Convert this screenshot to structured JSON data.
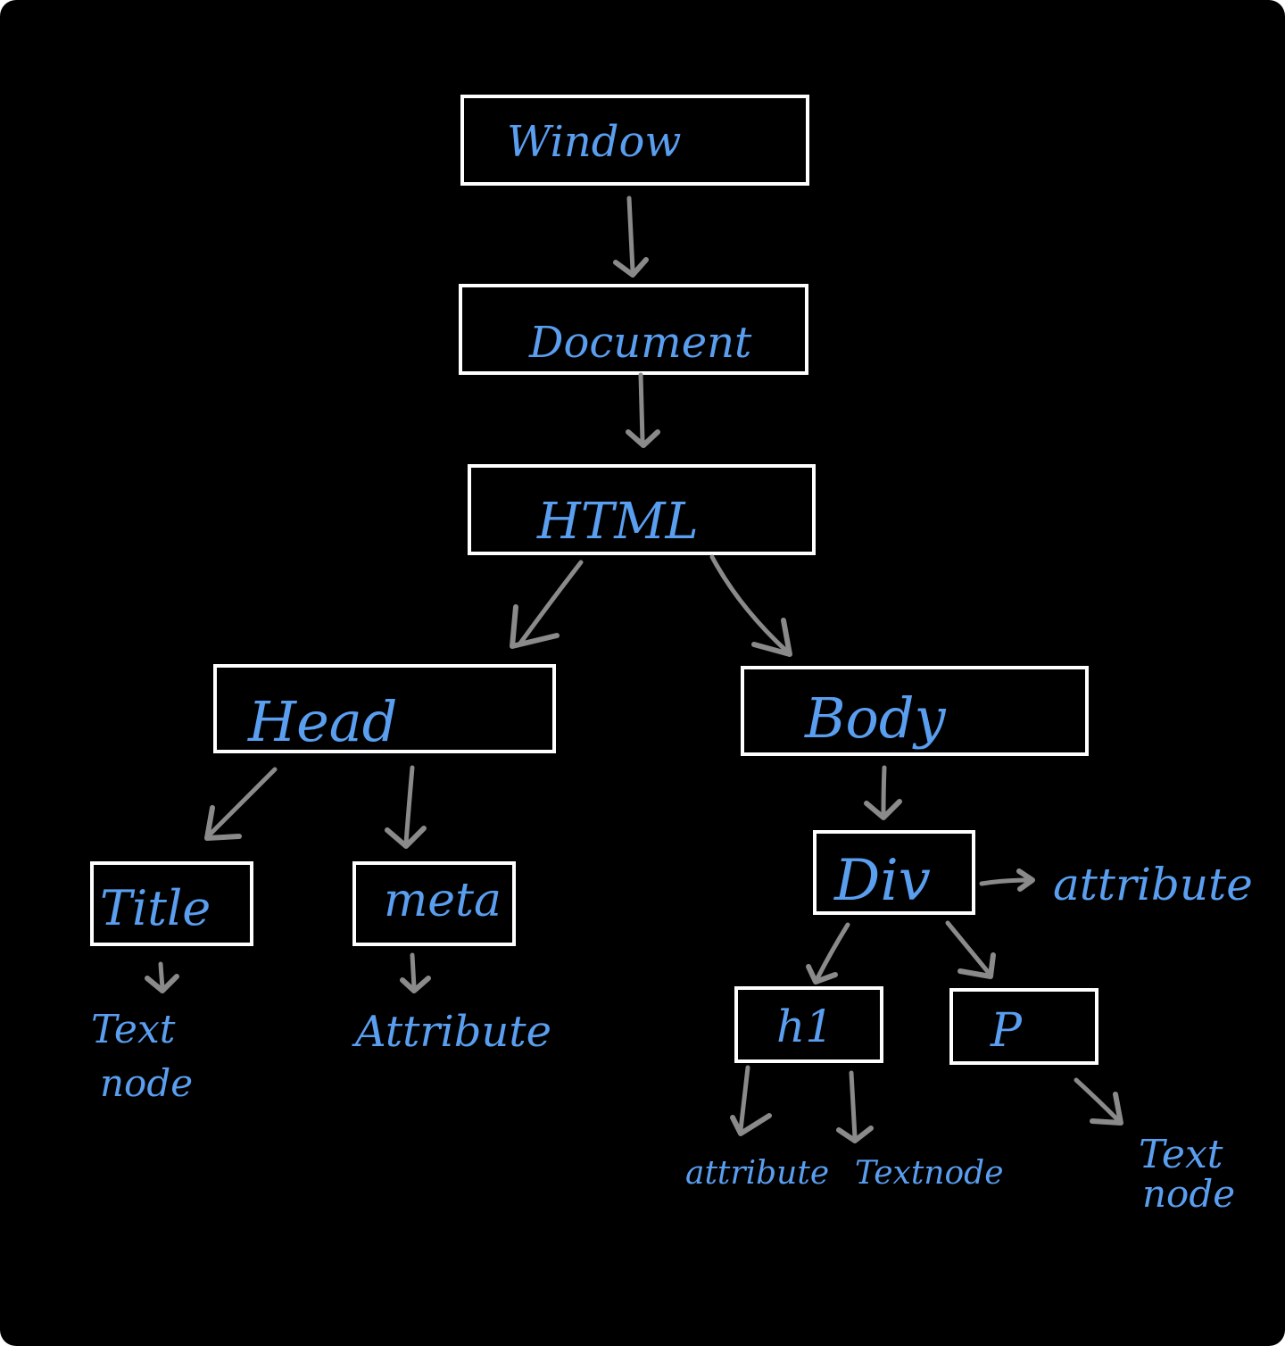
{
  "diagram": {
    "nodes": {
      "window": "Window",
      "document": "Document",
      "html": "HTML",
      "head": "Head",
      "body": "Body",
      "title": "Title",
      "meta": "meta",
      "div": "Div",
      "h1": "h1",
      "p": "P"
    },
    "annotations": {
      "title_text_line1": "Text",
      "title_text_line2": "node",
      "meta_attribute": "Attribute",
      "div_attribute": "attribute",
      "h1_attribute": "attribute",
      "h1_textnode": "Textnode",
      "p_text_line1": "Text",
      "p_text_line2": "node"
    },
    "colors": {
      "background": "#000000",
      "box_border": "#ffffff",
      "label": "#5a9ef0",
      "arrow": "#8a8a8a"
    }
  }
}
